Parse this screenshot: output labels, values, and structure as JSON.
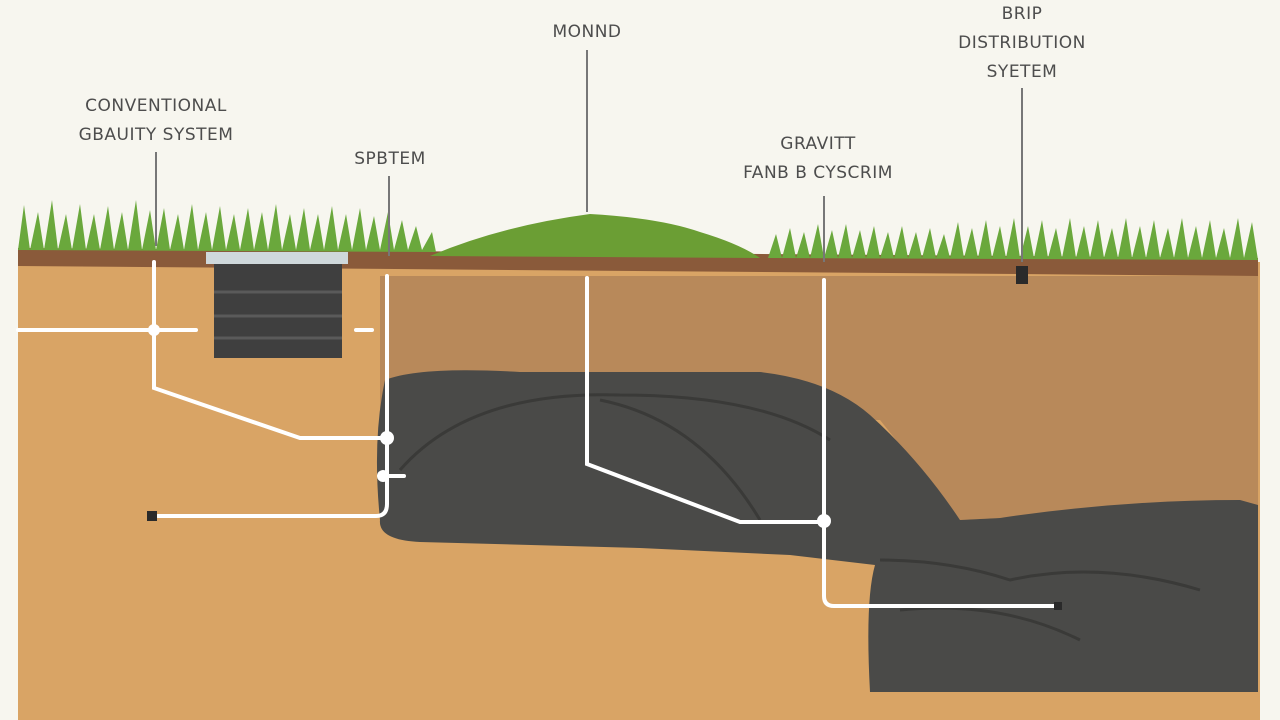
{
  "labels": {
    "conventional": {
      "line1": "CONVENTIONAL",
      "line2": "GBAUITY SYSTEM"
    },
    "spbtem": {
      "line1": "SPBTEM"
    },
    "mound": {
      "line1": "MONND"
    },
    "gravity": {
      "line1": "GRAVITT",
      "line2": "FANB B CYSCRIM"
    },
    "drip": {
      "line1": "BRIP",
      "line2": "DISTRIBUTION",
      "line3": "SYETEM"
    }
  },
  "colors": {
    "background": "#f7f6ef",
    "grass": "#6aa83c",
    "mound": "#6b9e34",
    "topsoil": "#8a5a3a",
    "subsoil_light": "#d9a465",
    "subsoil_dark": "#b8895a",
    "gravel_bed": "#4a4a48",
    "pipe": "#ffffff",
    "tank": "#3f3f3f",
    "tank_lid": "#cfd8db",
    "leader": "#777777"
  }
}
